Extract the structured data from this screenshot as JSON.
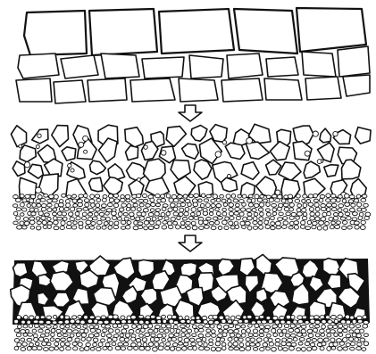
{
  "diagram": {
    "panels": [
      {
        "name": "large-block-layer",
        "grain": "coarse",
        "matrix": "none"
      },
      {
        "name": "fragmented-layer",
        "grain": "medium-over-fine",
        "matrix": "open"
      },
      {
        "name": "cemented-layer",
        "grain": "medium-over-fine",
        "matrix": "filled"
      }
    ],
    "arrows": [
      {
        "direction": "down"
      },
      {
        "direction": "down"
      }
    ],
    "colors": {
      "outline": "#111111",
      "background": "#ffffff",
      "fill": "#ffffff",
      "matrix": "#111111"
    }
  }
}
